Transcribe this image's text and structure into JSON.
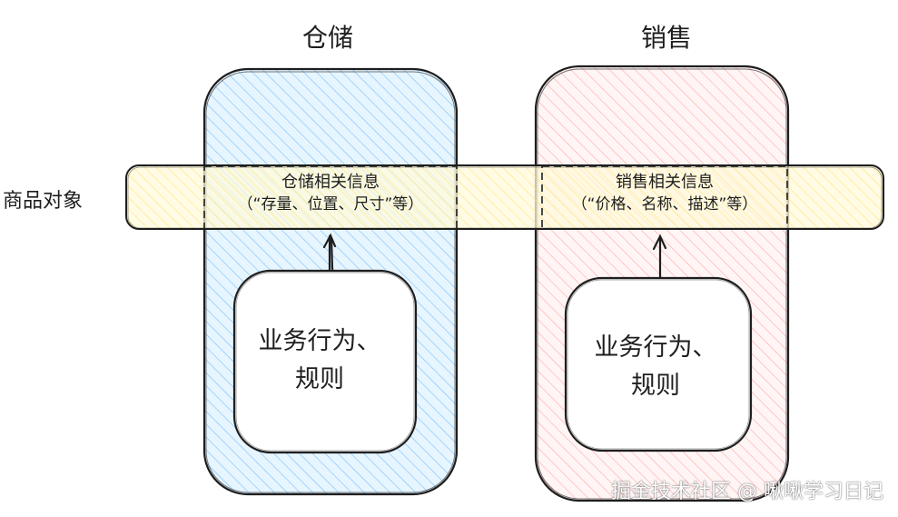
{
  "colors": {
    "stroke": "#1e1e1e",
    "warehouse_fill": "#a5d8ff",
    "sales_fill": "#ffc9c9",
    "band_fill": "#fff3bf"
  },
  "contexts": {
    "warehouse": {
      "title": "仓储",
      "info_line1": "仓储相关信息",
      "info_line2": "（“存量、位置、尺寸”等）",
      "behavior_line1": "业务行为、",
      "behavior_line2": "规则"
    },
    "sales": {
      "title": "销售",
      "info_line1": "销售相关信息",
      "info_line2": "（“价格、名称、描述”等）",
      "behavior_line1": "业务行为、",
      "behavior_line2": "规则"
    }
  },
  "band": {
    "label": "商品对象"
  },
  "watermark": "掘金技术社区 @ 啾啾学习日记"
}
